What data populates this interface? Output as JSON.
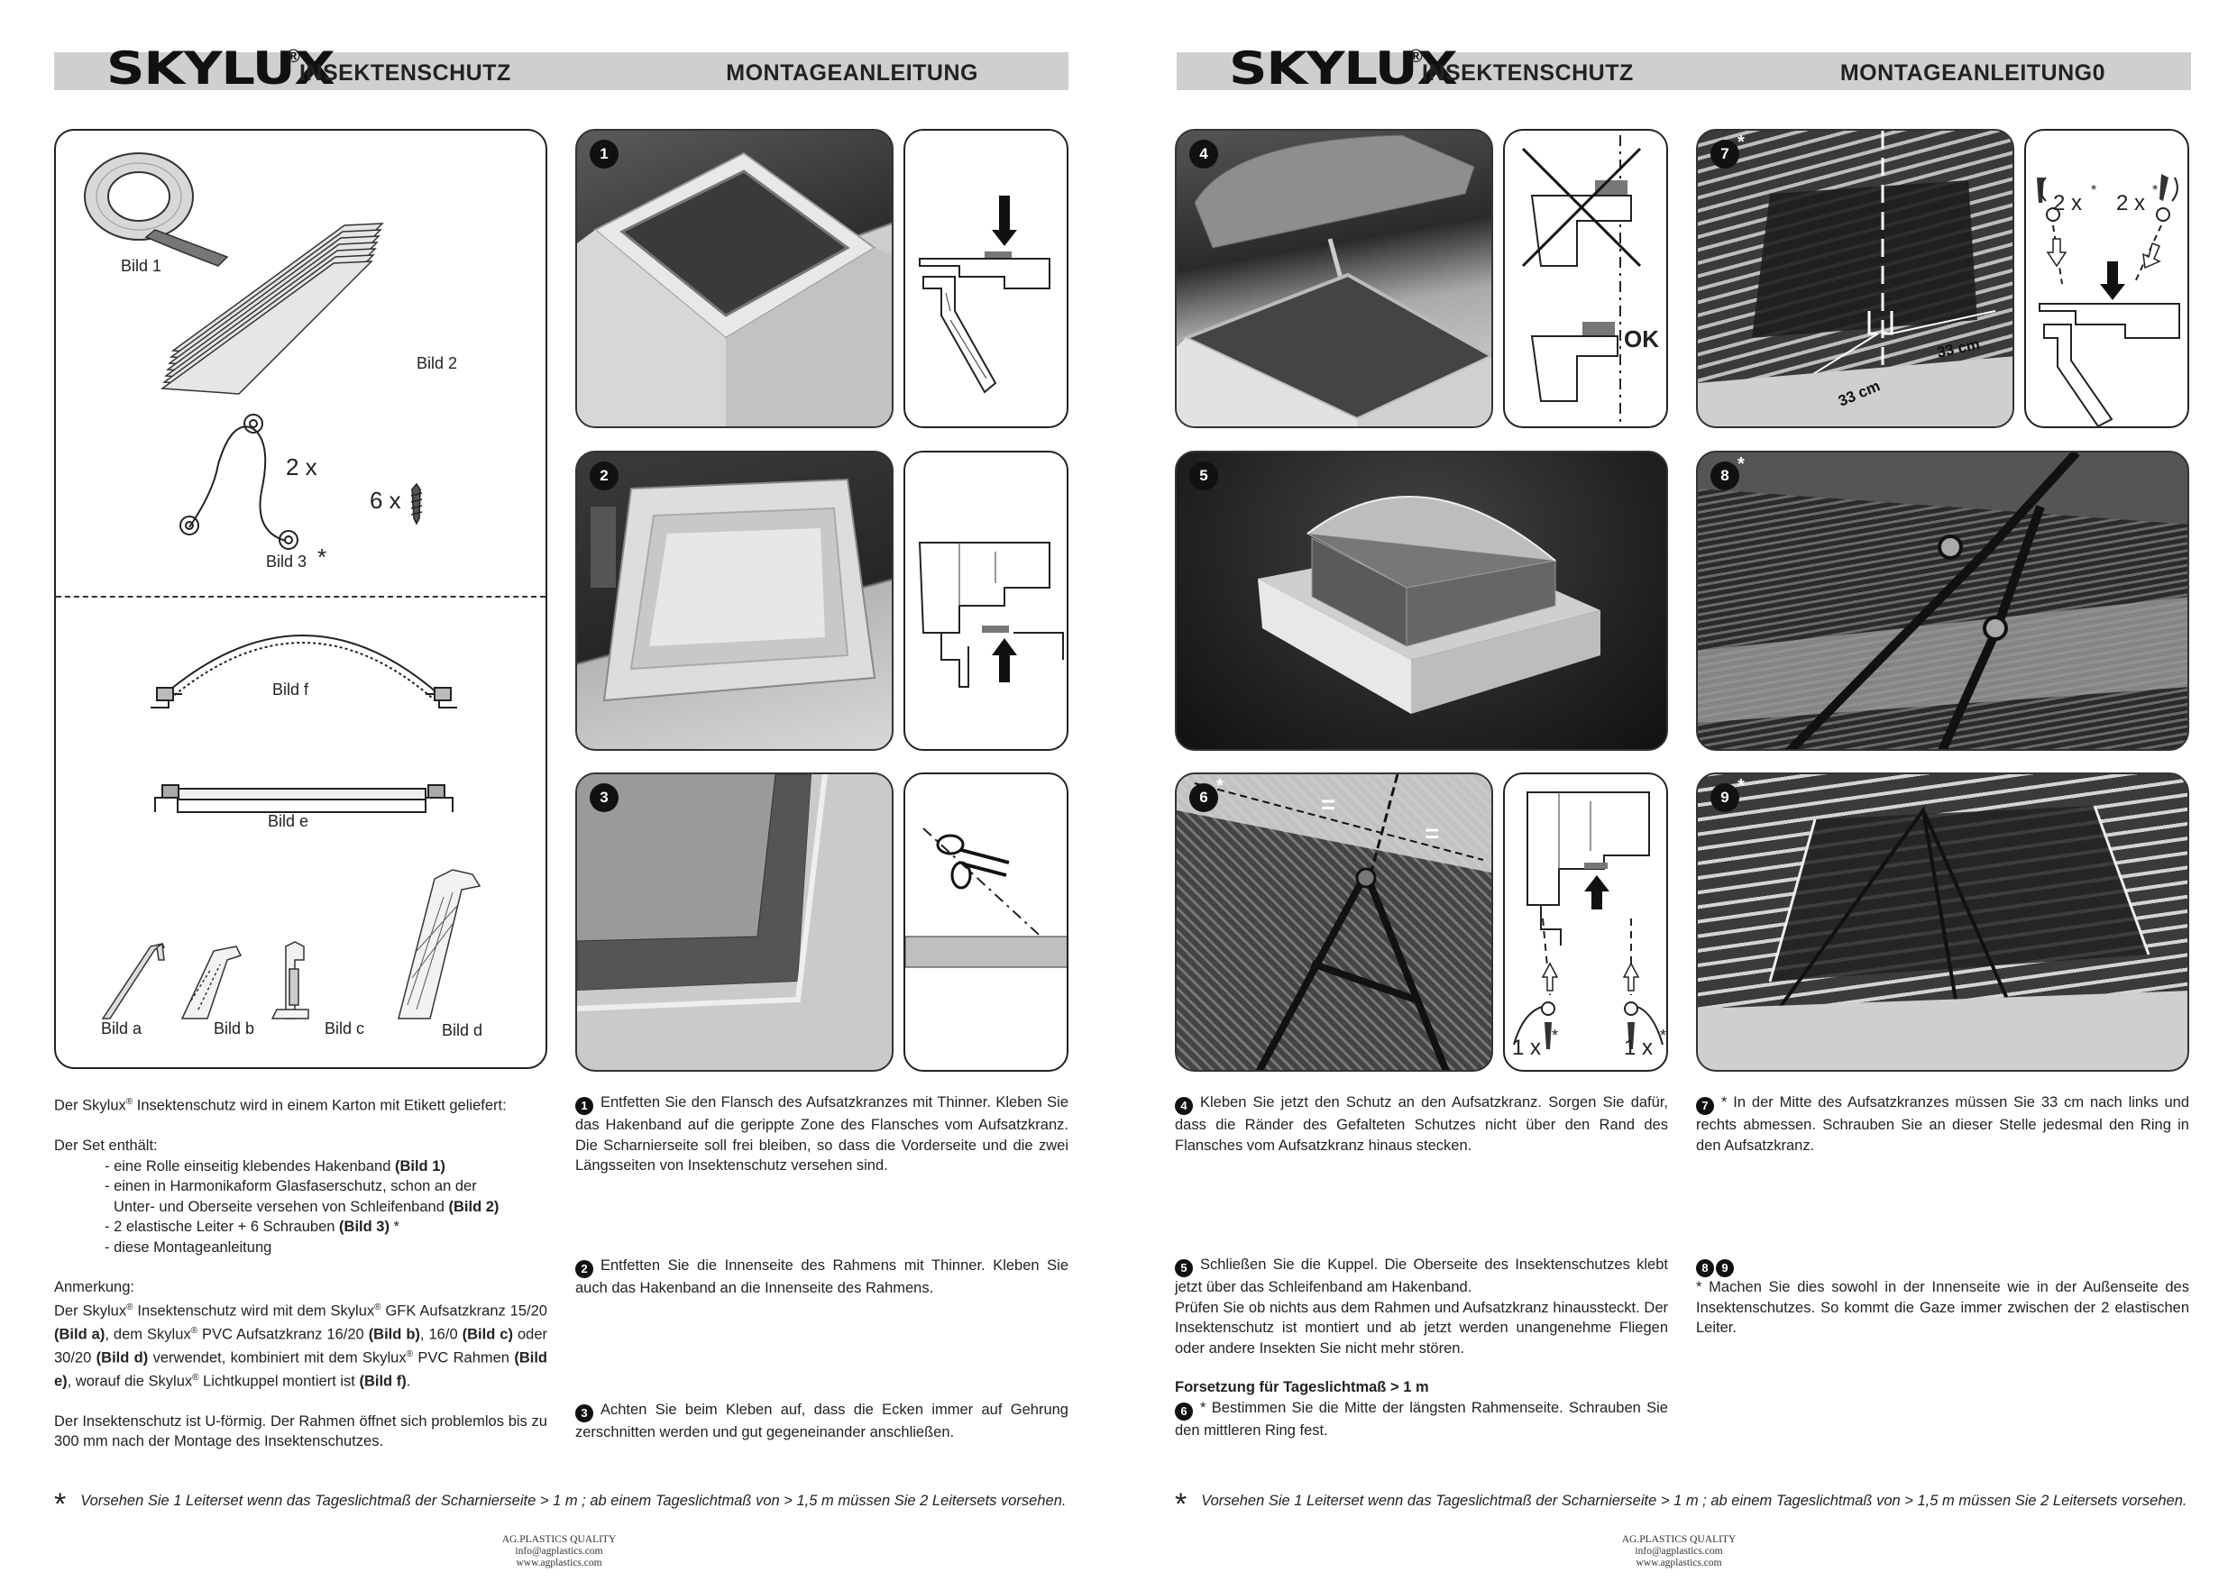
{
  "header": {
    "brand": "SKYLUX",
    "reg": "®",
    "product": "INSEKTENSCHUTZ",
    "title_left": "MONTAGEANLEITUNG",
    "title_right": "MONTAGEANLEITUNG0"
  },
  "parts": {
    "bild1": "Bild 1",
    "bild2": "Bild 2",
    "qty_ladder": "2 x",
    "qty_screws": "6 x",
    "bild3": "Bild 3",
    "bild3_star": "*",
    "bildf": "Bild f",
    "bilde": "Bild e",
    "bilda": "Bild a",
    "bildb": "Bild b",
    "bildc": "Bild c",
    "bildd": "Bild d"
  },
  "steps": {
    "s1": "1",
    "s2": "2",
    "s3": "3",
    "s4": "4",
    "s5": "5",
    "s6": "6",
    "s7": "7",
    "s8": "8",
    "s9": "9",
    "star": "*"
  },
  "diagrams": {
    "ok": "OK",
    "one_x_left": "1 x",
    "one_x_right": "1 x",
    "two_x_left": "2 x",
    "two_x_right": "2 x",
    "cm_left": "33 cm",
    "cm_right": "33 cm",
    "eq": "="
  },
  "intro": {
    "l1_a": "Der Skylux",
    "l1_b": " Insektenschutz wird in einem Karton mit Etikett geliefert:",
    "set": "Der Set enthält:",
    "i1": "- eine Rolle einseitig klebendes Hakenband ",
    "i1_b": "(Bild 1)",
    "i2": "- einen in Harmonikaform Glasfaserschutz, schon an der",
    "i2b": "Unter- und Oberseite versehen von Schleifenband ",
    "i2b_b": "(Bild 2)",
    "i3": "- 2 elastische Leiter + 6 Schrauben ",
    "i3_b": "(Bild 3)",
    "i3_c": " *",
    "i4": "- diese Montageanleitung",
    "note_h": "Anmerkung:",
    "n1": "Der Skylux",
    "n2": " Insektenschutz wird mit dem Skylux",
    "n3": " GFK Aufsatzkranz 15/20 ",
    "n4": "(Bild a)",
    "n5": ", dem Skylux",
    "n6": " PVC Aufsatzkranz 16/20 ",
    "n7": "(Bild b)",
    "n8": ", 16/0 ",
    "n9": "(Bild c)",
    "n10": " oder 30/20 ",
    "n11": "(Bild d)",
    "n12": " verwendet, kombiniert mit dem Skylux",
    "n13": " PVC Rahmen ",
    "n14": "(Bild e)",
    "n15": ", worauf die Skylux",
    "n16": " Lichtkuppel montiert ist ",
    "n17": "(Bild f)",
    "n18": ".",
    "u": "Der Insektenschutz ist U-förmig. Der Rahmen öffnet sich problemlos bis zu 300 mm nach der Montage des Insektenschutzes.",
    "reg": "®"
  },
  "instructions": {
    "t1": "Entfetten Sie den Flansch des Aufsatzkranzes mit Thinner. Kleben Sie das Hakenband auf die gerippte Zone des Flansches vom Aufsatzkranz. Die Scharnierseite soll frei bleiben, so dass die Vorderseite und die zwei Längsseiten von Insektenschutz versehen sind.",
    "t2": "Entfetten Sie die Innenseite des Rahmens mit Thinner. Kleben Sie auch das Hakenband an die Innenseite des Rahmens.",
    "t3": "Achten Sie beim Kleben auf, dass die Ecken immer auf Gehrung zerschnitten werden und gut gegeneinander anschließen.",
    "t4": "Kleben Sie jetzt den Schutz an den Aufsatzkranz. Sorgen Sie dafür, dass die Ränder des Gefalteten Schutzes nicht über den Rand des Flansches vom Aufsatzkranz hinaus stecken.",
    "t5a": "Schließen Sie die Kuppel. Die Oberseite des Insektenschutzes klebt jetzt über das Schleifenband am Hakenband.",
    "t5b": "Prüfen Sie ob nichts aus dem Rahmen und Aufsatzkranz hinaussteckt. Der Insektenschutz ist montiert und ab jetzt werden unangenehme Fliegen oder andere Insekten Sie nicht mehr stören.",
    "t6h": "Forsetzung für Tageslichtmaß > 1 m",
    "t6": "*  Bestimmen Sie die Mitte der längsten Rahmenseite. Schrauben Sie den mittleren Ring fest.",
    "t7": "*  In der Mitte des Aufsatzkranzes müssen Sie 33 cm nach links und rechts abmessen. Schrauben Sie an dieser Stelle jedesmal den Ring in den Aufsatzkranz.",
    "t89": "*  Machen Sie dies sowohl in der Innenseite wie in der Außenseite des Insektenschutzes. So kommt die Gaze immer zwischen der 2 elastischen Leiter."
  },
  "footer": {
    "star": "*",
    "note": "Vorsehen Sie 1 Leiterset wenn das Tageslichtmaß der Scharnierseite > 1 m ; ab einem Tageslichtmaß von > 1,5 m müssen Sie 2 Leitersets vorsehen.",
    "c1": "AG.PLASTICS QUALITY",
    "c2": "info@agplastics.com",
    "c3": "www.agplastics.com"
  }
}
